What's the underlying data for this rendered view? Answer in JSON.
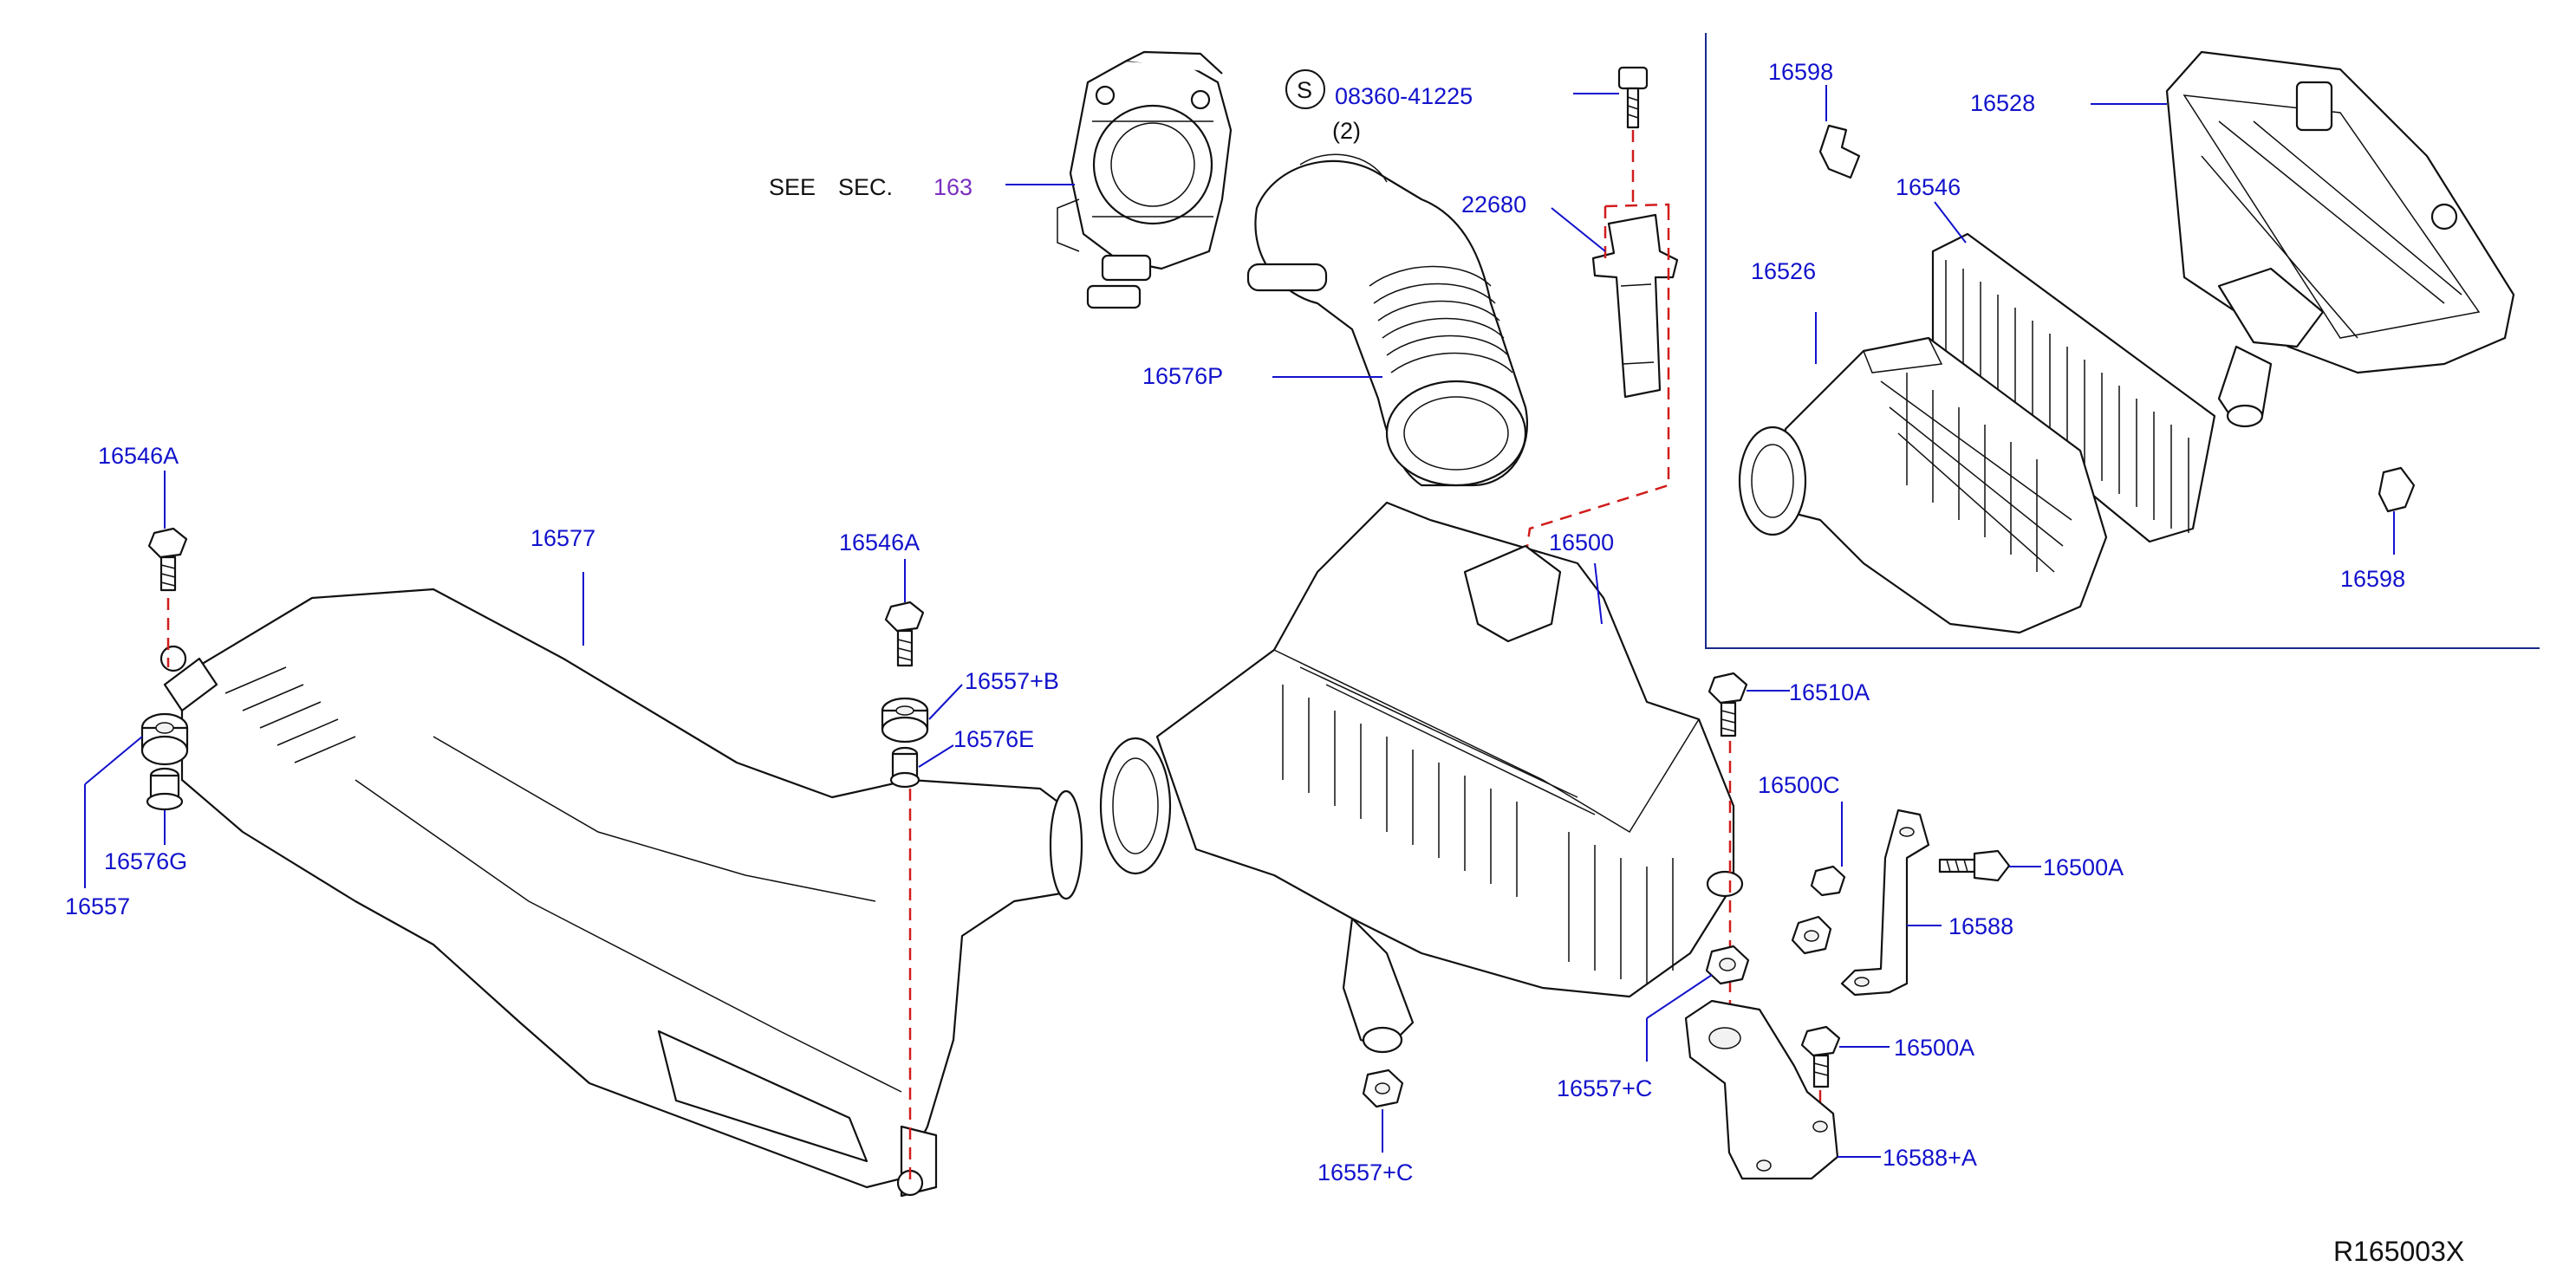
{
  "diagram": {
    "reference_code": "R165003X",
    "see_section": {
      "prefix_see": "SEE",
      "prefix_sec": "SEC.",
      "section_number": "163"
    },
    "screw_symbol": "S",
    "screw_part": "08360-41225",
    "screw_qty": "(2)",
    "labels": {
      "p16598_top": "16598",
      "p16528": "16528",
      "p16546": "16546",
      "p16526": "16526",
      "p16598_bottom": "16598",
      "p22680": "22680",
      "p16576P": "16576P",
      "p16546A_left": "16546A",
      "p16577": "16577",
      "p16546A_mid": "16546A",
      "p16557B": "16557+B",
      "p16576E": "16576E",
      "p16576G": "16576G",
      "p16557": "16557",
      "p16500": "16500",
      "p16510A": "16510A",
      "p16500C": "16500C",
      "p16500A_right": "16500A",
      "p16588": "16588",
      "p16557C_mid": "16557+C",
      "p16500A_low": "16500A",
      "p16557C_bottom": "16557+C",
      "p16588A": "16588+A"
    }
  }
}
